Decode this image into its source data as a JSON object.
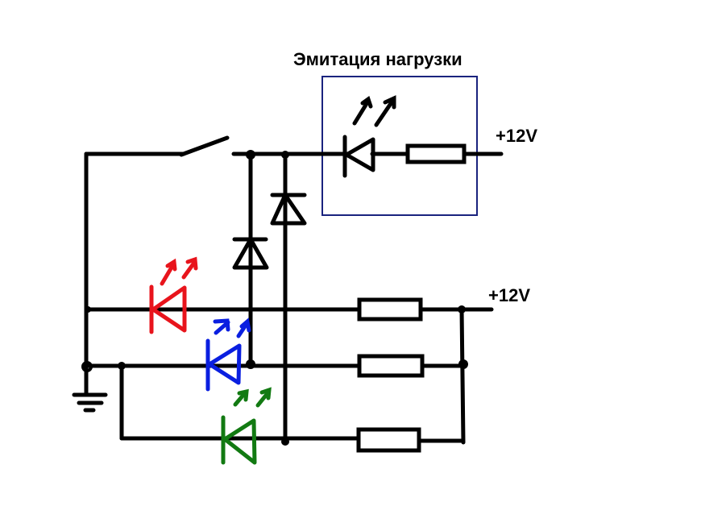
{
  "title": "Эмитация нагрузки",
  "supply_labels": {
    "top": "+12V",
    "middle": "+12V"
  },
  "components": {
    "load_emulation": {
      "type": "LED + resistor",
      "color": "#000000",
      "box_color": "#1a237e"
    },
    "led_red": {
      "type": "LED",
      "color": "#e8141c"
    },
    "led_blue": {
      "type": "LED",
      "color": "#0a1fe0"
    },
    "led_green": {
      "type": "LED",
      "color": "#127a12"
    },
    "diode_1": {
      "type": "diode"
    },
    "diode_2": {
      "type": "diode"
    },
    "switch": {
      "type": "switch",
      "state": "open"
    },
    "ground": {
      "type": "ground"
    }
  }
}
